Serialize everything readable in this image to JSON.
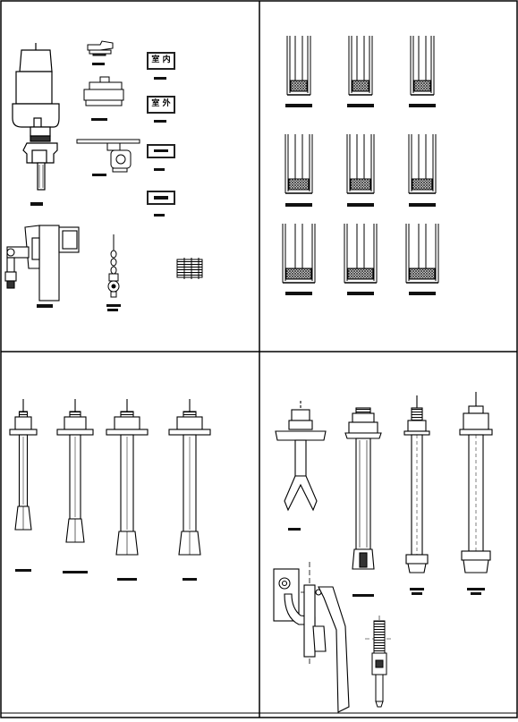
{
  "sheet": {
    "panels": [
      "top-left",
      "top-right",
      "bottom-left",
      "bottom-right"
    ]
  },
  "top_left": {
    "tag_inside": "室 内",
    "tag_outside": "室 外"
  },
  "colors": {
    "line": "#000000",
    "background": "#ffffff",
    "hatch": "#444444"
  }
}
